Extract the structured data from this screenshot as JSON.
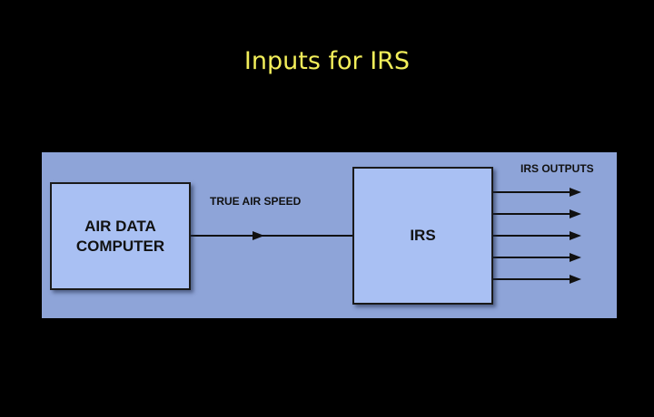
{
  "title": "Inputs for IRS",
  "diagram": {
    "source_block": "AIR DATA\nCOMPUTER",
    "source_block_lines": [
      "AIR DATA",
      "COMPUTER"
    ],
    "target_block": "IRS",
    "connection_label": "TRUE AIR SPEED",
    "outputs_label": "IRS OUTPUTS",
    "output_count": 5
  },
  "colors": {
    "background": "#000000",
    "title": "#f2ee5a",
    "panel": "#8ea4d8",
    "block_fill": "#a9c0f3",
    "line": "#111111"
  }
}
